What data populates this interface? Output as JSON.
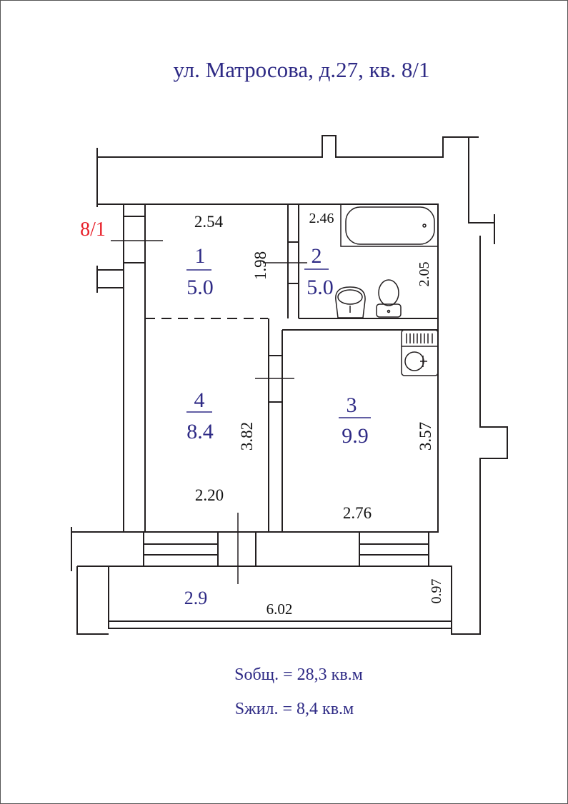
{
  "title": "ул. Матросова, д.27, кв. 8/1",
  "apartment_label": "8/1",
  "rooms": [
    {
      "number": "1",
      "area": "5.0",
      "width": "2.54",
      "length": "1.98"
    },
    {
      "number": "2",
      "area": "5.0",
      "width": "2.46",
      "length": "2.05"
    },
    {
      "number": "3",
      "area": "9.9",
      "width": "2.76",
      "length": "3.57"
    },
    {
      "number": "4",
      "area": "8.4",
      "width": "2.20",
      "length": "3.82"
    }
  ],
  "balcony": {
    "area": "2.9",
    "width": "6.02",
    "depth": "0.97"
  },
  "summary": {
    "total_area": "Sобщ. = 28,3 кв.м",
    "living_area": "Sжил. = 8,4 кв.м"
  },
  "colors": {
    "text_blue": "#2e2a85",
    "label_red": "#e8202a",
    "wall": "#231f20"
  }
}
